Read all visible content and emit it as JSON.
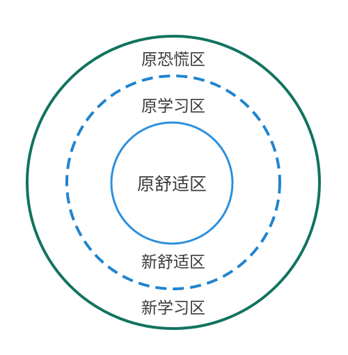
{
  "labels": {
    "outer_top": "原恐慌区",
    "middle_top": "原学习区",
    "center": "原舒适区",
    "middle_bottom": "新舒适区",
    "outer_bottom": "新学习区"
  },
  "colors": {
    "outer_ring": "#11735f",
    "dashed_ring": "#1f84cf",
    "inner_ring": "#2b8fdc",
    "text": "#3a3a3a",
    "background": "#ffffff"
  }
}
